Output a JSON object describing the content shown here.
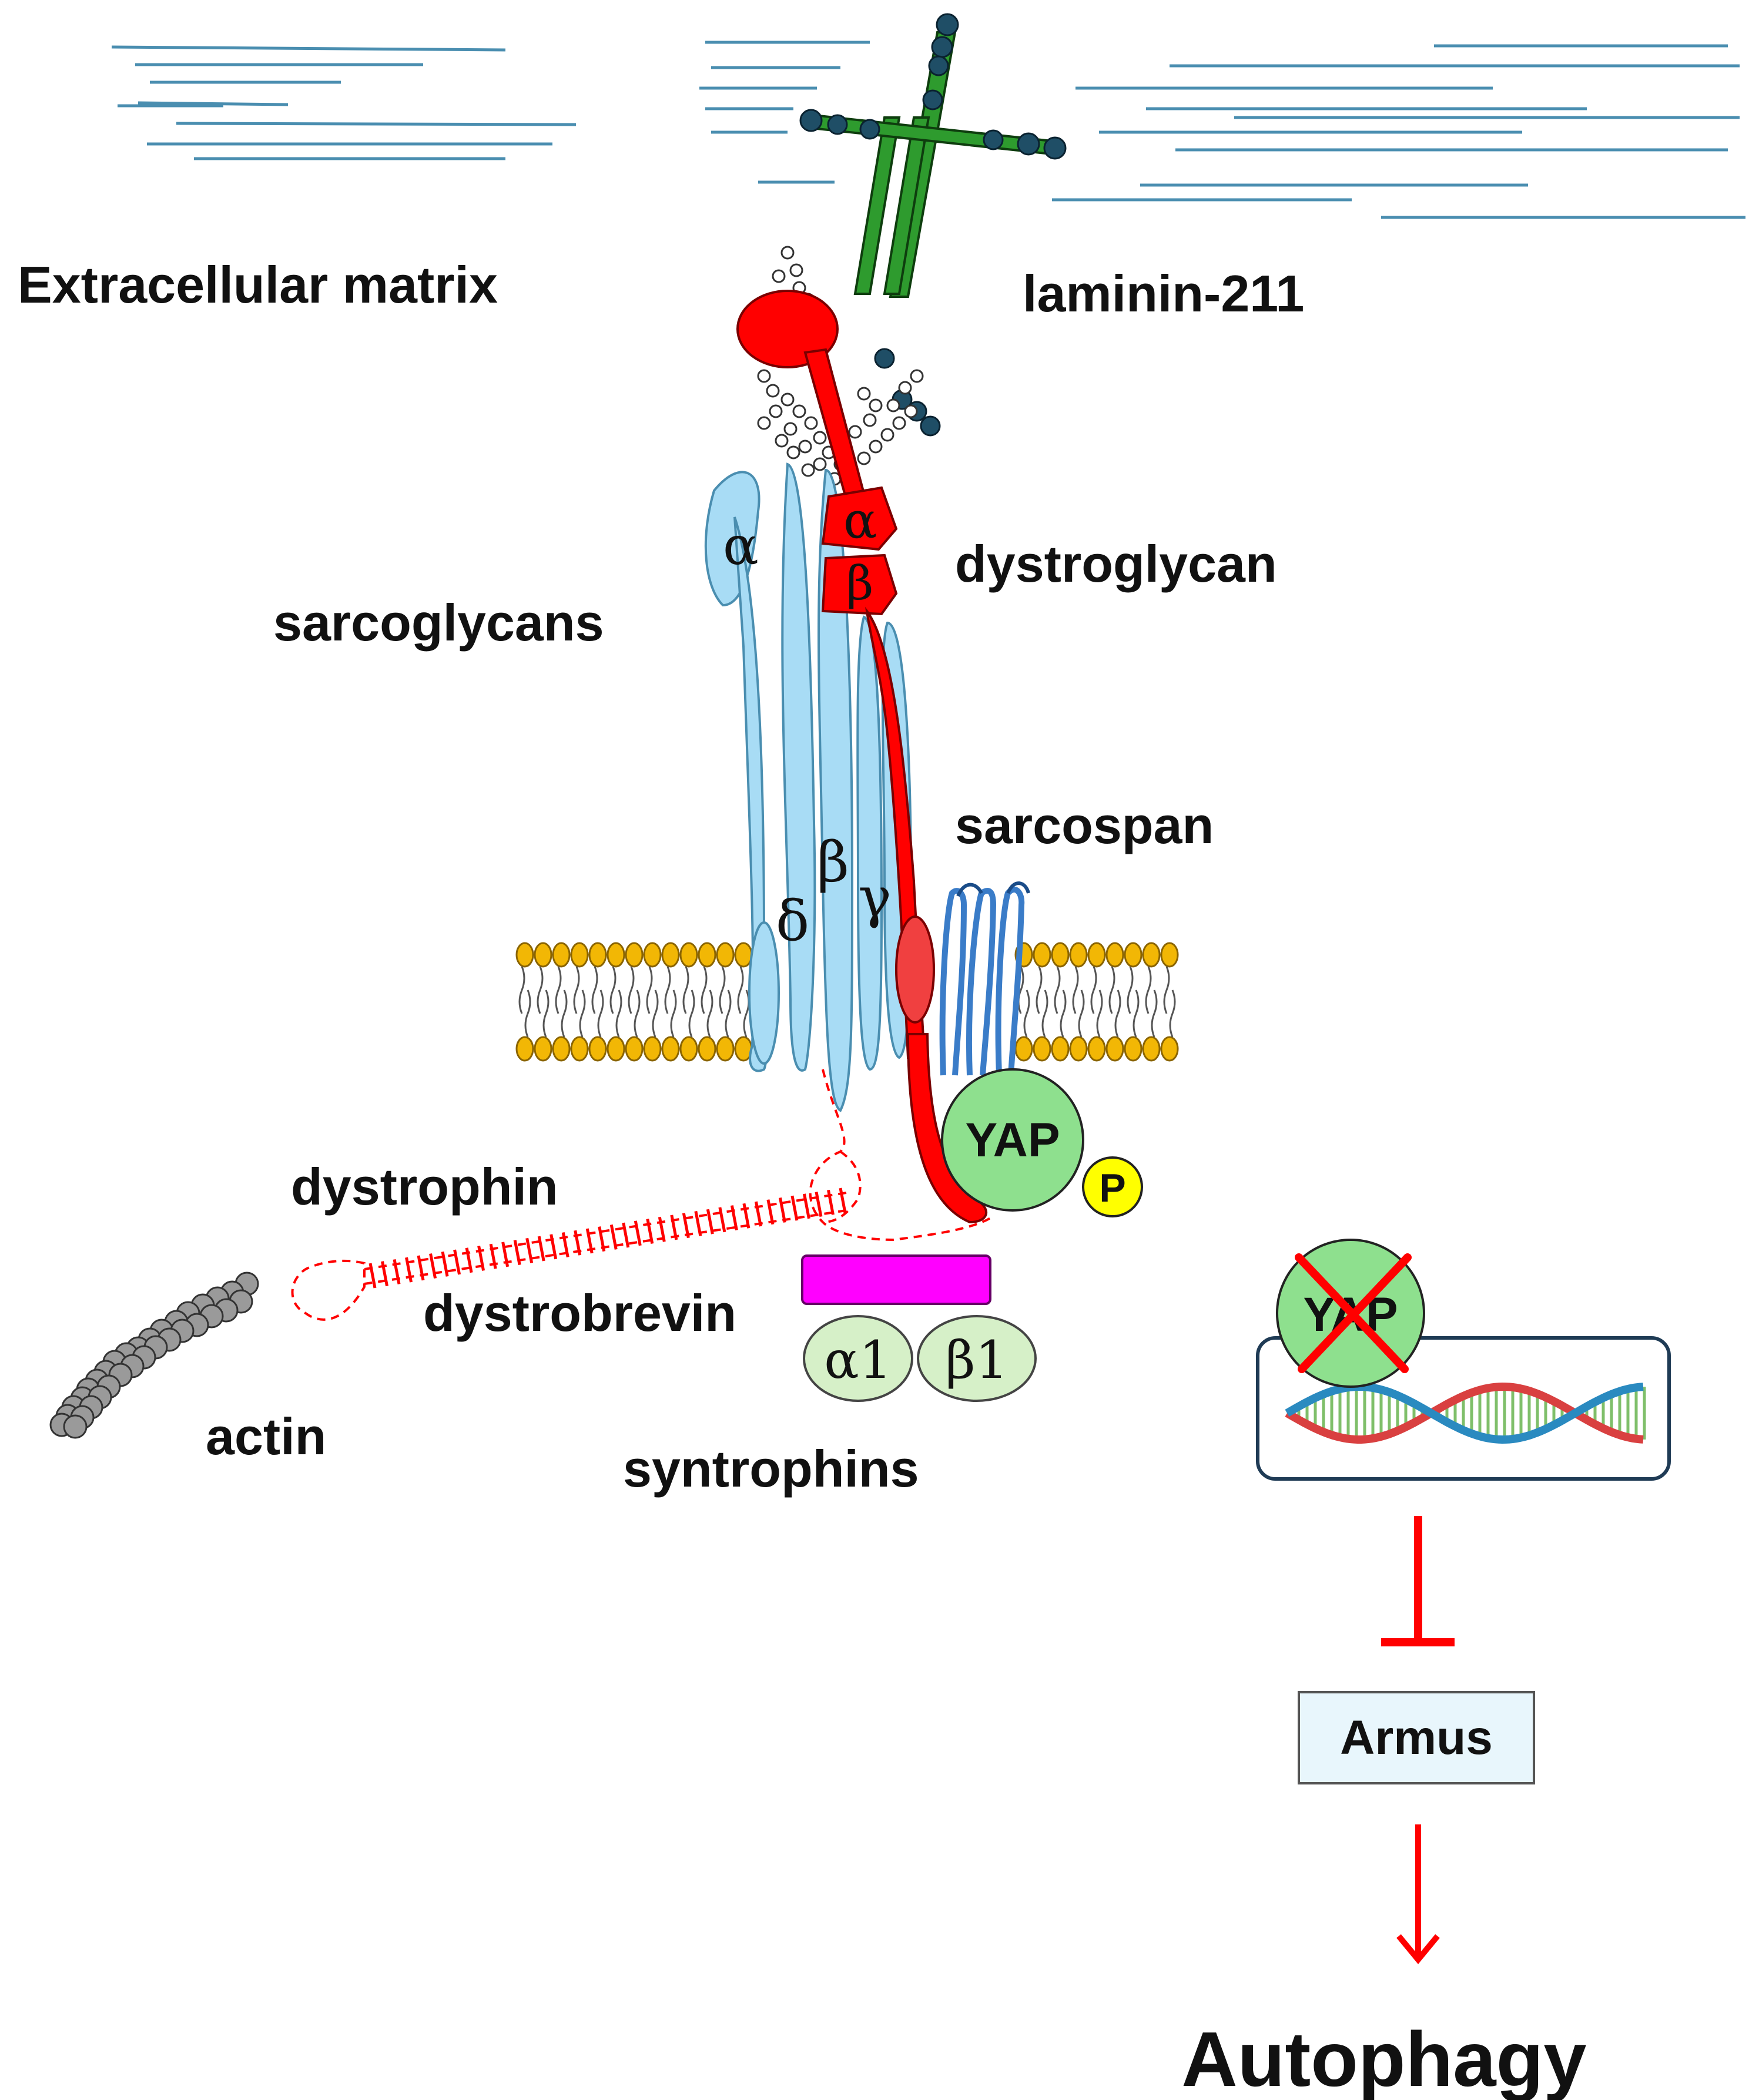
{
  "labels": {
    "ecm": "Extracellular matrix",
    "laminin": "laminin-211",
    "sarcoglycans": "sarcoglycans",
    "dystroglycan": "dystroglycan",
    "sarcospan": "sarcospan",
    "dystrophin": "dystrophin",
    "dystrobrevin": "dystrobrevin",
    "actin": "actin",
    "syntrophins": "syntrophins",
    "armus": "Armus",
    "autophagy": "Autophagy"
  },
  "greek": {
    "sg_alpha": "α",
    "sg_beta": "β",
    "sg_gamma": "γ",
    "sg_delta": "δ",
    "dg_alpha": "α",
    "dg_beta": "β",
    "syn_a1": "α1",
    "syn_b1": "β1"
  },
  "yap": {
    "label": "YAP",
    "phospho": "P",
    "nuclear_label": "YAP"
  },
  "colors": {
    "membrane_head": "#f2b705",
    "dystroglycan": "#ff0000",
    "sarcoglycan": "#a8dcf5",
    "sarcospan": "#3a7cc8",
    "laminin": "#2e9b2e",
    "laminin_node": "#1f4e66",
    "ecm_fiber": "#4a8eb0",
    "yap": "#8ee08e",
    "phospho": "#ffff00",
    "dystrobrevin": "#ff00ff",
    "syntrophin": "#d6f0c8",
    "armus_box": "#e8f6fc",
    "actin": "#9a9a9a",
    "inhibition": "#ff0000"
  }
}
